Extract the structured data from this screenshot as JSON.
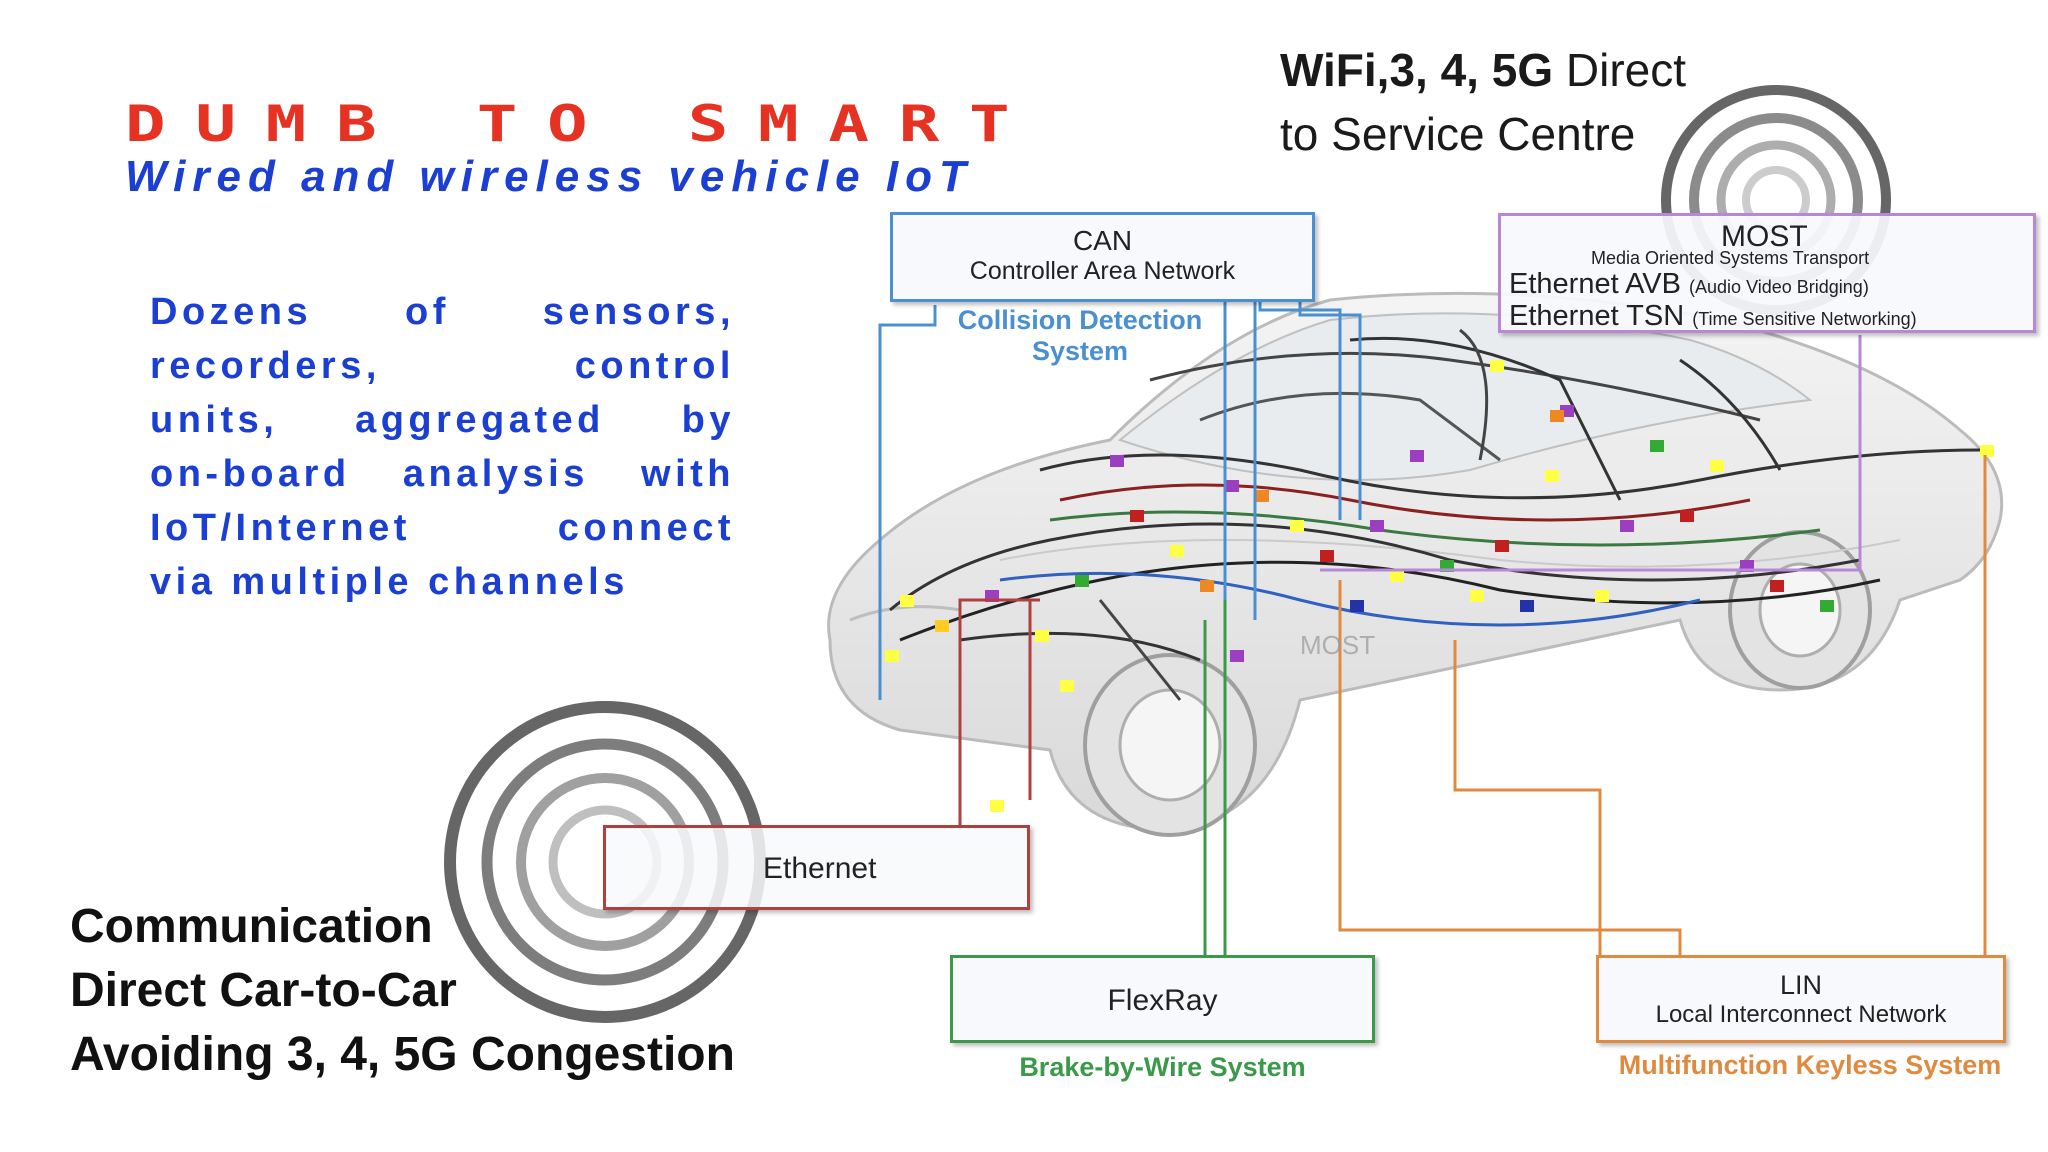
{
  "title": "DUMB TO SMART",
  "subtitle": "Wired and wireless vehicle IoT",
  "description": {
    "lines": [
      "Dozens of sensors,",
      "recorders, control",
      "units, aggregated by",
      "on-board analysis with",
      "IoT/Internet connect",
      "via multiple channels"
    ]
  },
  "wifi_note": {
    "line1_bold": "WiFi,3, 4, 5G",
    "line1_rest": " Direct",
    "line2": "to Service Centre"
  },
  "car_to_car_note": {
    "lines": [
      "Communication",
      "Direct Car-to-Car",
      "Avoiding 3, 4, 5G Congestion"
    ]
  },
  "networks": {
    "can": {
      "name": "CAN",
      "full": "Controller Area Network",
      "system": "Collision Detection System",
      "color": "#4a90d0"
    },
    "most": {
      "name": "MOST",
      "full": "Media Oriented Systems Transport",
      "avb": "Ethernet AVB",
      "avb_note": "(Audio Video Bridging)",
      "tsn": "Ethernet TSN",
      "tsn_note": "(Time Sensitive Networking)",
      "color": "#a070c0"
    },
    "ethernet": {
      "name": "Ethernet",
      "color": "#b04040"
    },
    "flexray": {
      "name": "FlexRay",
      "system": "Brake-by-Wire System",
      "color": "#3a9a4a"
    },
    "lin": {
      "name": "LIN",
      "full": "Local Interconnect Network",
      "system": "Multifunction Keyless System",
      "color": "#e08a40"
    }
  },
  "car_label": "MOST"
}
